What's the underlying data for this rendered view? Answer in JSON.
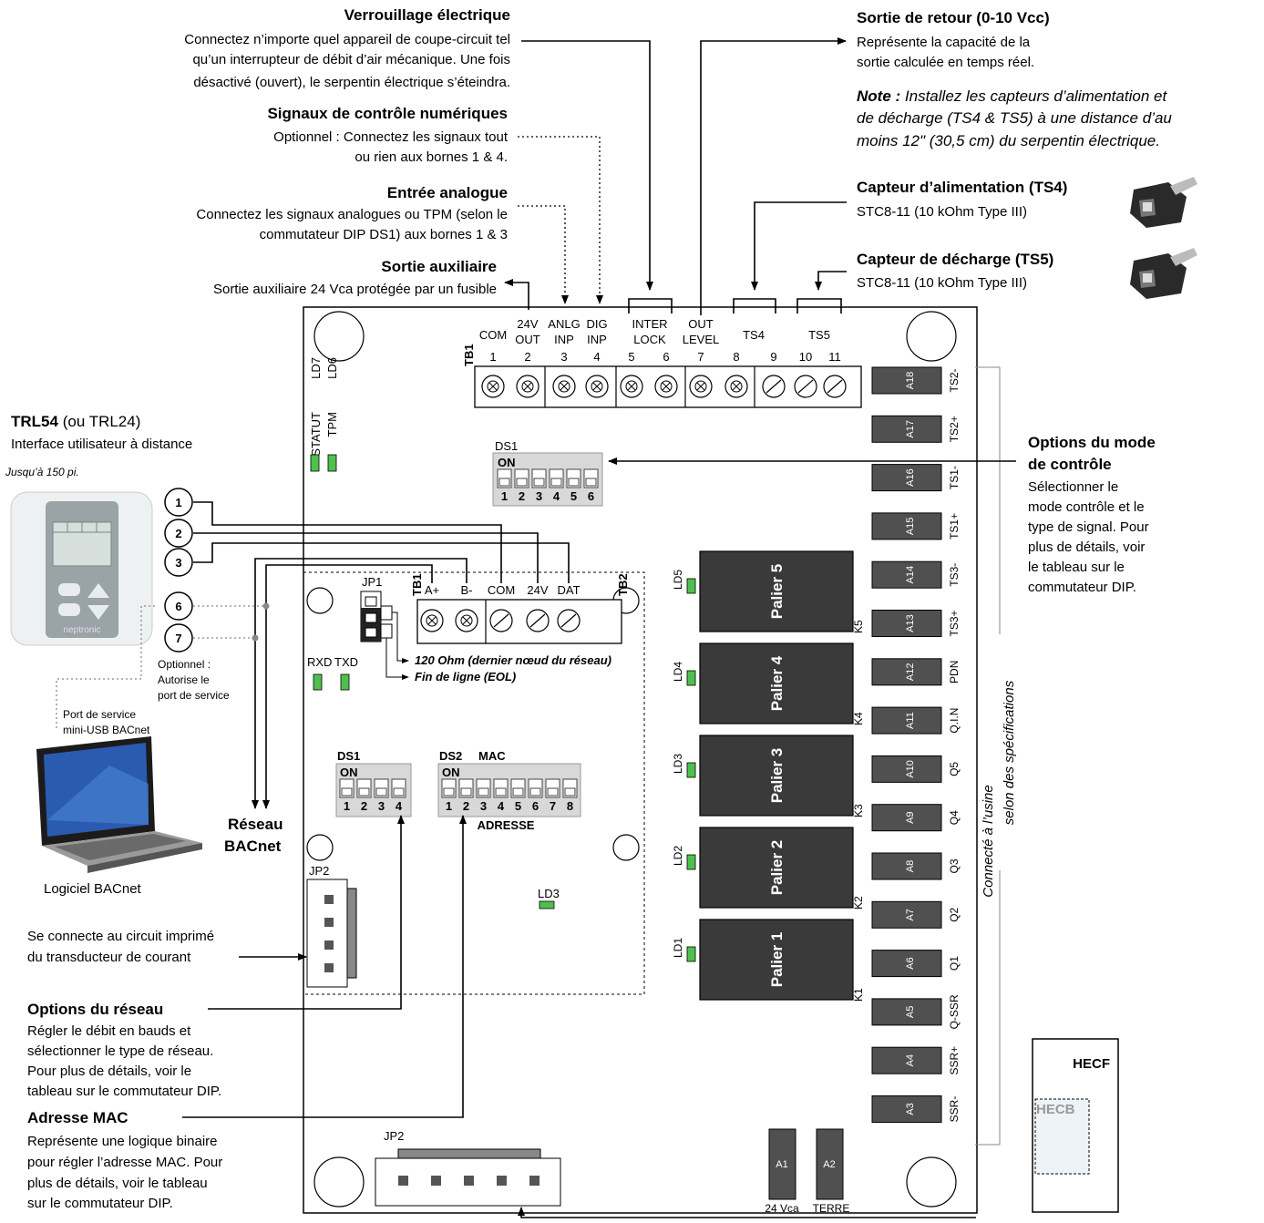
{
  "labels": {
    "interlock_title": "Verrouillage électrique",
    "interlock_desc1": "Connectez n’importe quel appareil de coupe-circuit tel",
    "interlock_desc2": "qu’un interrupteur de débit d’air mécanique. Une fois",
    "interlock_desc3": "désactivé (ouvert), le serpentin électrique s’éteindra.",
    "digital_title": "Signaux de contrôle numériques",
    "digital_desc1": "Optionnel : Connectez les signaux tout",
    "digital_desc2": "ou rien aux bornes 1 & 4.",
    "analog_title": "Entrée analogue",
    "analog_desc1": "Connectez les signaux analogues ou TPM (selon le",
    "analog_desc2": "commutateur DIP DS1) aux bornes 1 & 3",
    "aux_title": "Sortie auxiliaire",
    "aux_desc": "Sortie auxiliaire 24 Vca protégée par un fusible",
    "return_title": "Sortie de retour (0-10 Vcc)",
    "return_desc1": "Représente la capacité de la",
    "return_desc2": "sortie calculée en temps réel.",
    "note_bold": "Note :",
    "note1": "Installez les capteurs d’alimentation et",
    "note2": "de décharge (TS4 & TS5) à une distance d’au",
    "note3": "moins 12\" (30,5 cm) du serpentin électrique.",
    "ts4_title": "Capteur d’alimentation (TS4)",
    "ts4_desc": "STC8-11 (10 kOhm Type III)",
    "ts5_title": "Capteur de décharge (TS5)",
    "ts5_desc": "STC8-11 (10 kOhm Type III)",
    "trl_title": "TRL54",
    "trl_alt": "(ou TRL24)",
    "trl_desc": "Interface utilisateur à distance",
    "trl_dist": "Jusqu’à 150 pi.",
    "opt1": "Optionnel :",
    "opt2": "Autorise le",
    "opt3": "port de service",
    "port1": "Port de service",
    "port2": "mini-USB BACnet",
    "bacnet_net1": "Réseau",
    "bacnet_net2": "BACnet",
    "bacnet_soft": "Logiciel BACnet",
    "ct1": "Se connecte au circuit imprimé",
    "ct2": "du transducteur de courant",
    "net_title": "Options du réseau",
    "net1": "Régler le débit en bauds et",
    "net2": "sélectionner le type de réseau.",
    "net3": "Pour plus de détails, voir le",
    "net4": "tableau sur le commutateur DIP.",
    "mac_title": "Adresse MAC",
    "mac1": "Représente une logique binaire",
    "mac2": "pour régler l’adresse MAC. Pour",
    "mac3": "plus de détails, voir le tableau",
    "mac4": "sur le commutateur DIP.",
    "mode_title1": "Options du mode",
    "mode_title2": "de contrôle",
    "mode1": "Sélectionner le",
    "mode2": "mode contrôle et le",
    "mode3": "type de signal. Pour",
    "mode4": "plus de détails, voir",
    "mode5": "le tableau sur le",
    "mode6": "commutateur DIP.",
    "factory1": "Connecté à l’usine",
    "factory2": "selon des spécifications",
    "hecf": "HECF",
    "hecb": "HECB",
    "eol1": "120 Ohm (dernier nœud du réseau)",
    "eol2": "Fin de ligne (EOL)",
    "a1": "24 Vca",
    "a2": "TERRE",
    "brand": "neptronic"
  },
  "tb1": {
    "label": "TB1",
    "headers": {
      "com": "COM",
      "out24a": "24V",
      "out24b": "OUT",
      "anlga": "ANLG",
      "anlgb": "INP",
      "diga": "DIG",
      "digb": "INP",
      "intera": "INTER",
      "interb": "LOCK",
      "outa": "OUT",
      "outb": "LEVEL",
      "ts4": "TS4",
      "ts5": "TS5"
    },
    "nums": [
      "1",
      "2",
      "3",
      "4",
      "5",
      "6",
      "7",
      "8",
      "9",
      "10",
      "11"
    ]
  },
  "tb2": {
    "label": "TB2",
    "headers": [
      "A+",
      "B-",
      "COM",
      "24V",
      "DAT"
    ]
  },
  "wire_nums": [
    "1",
    "2",
    "3",
    "6",
    "7"
  ],
  "leds": {
    "ld7": "LD7",
    "statut": "STATUT",
    "ld6": "LD6",
    "tpm": "TPM",
    "rxd": "RXD",
    "txd": "TXD",
    "ld3": "LD3",
    "jp1": "JP1",
    "jp2a": "JP2",
    "jp2b": "JP2"
  },
  "dip": {
    "ds1_top": "DS1",
    "on": "ON",
    "ds1_top_nums": [
      "1",
      "2",
      "3",
      "4",
      "5",
      "6"
    ],
    "ds1": "DS1",
    "ds1_nums": [
      "1",
      "2",
      "3",
      "4"
    ],
    "ds2": "DS2",
    "mac": "MAC",
    "ds2_nums": [
      "1",
      "2",
      "3",
      "4",
      "5",
      "6",
      "7",
      "8"
    ],
    "adresse": "ADRESSE"
  },
  "relays": [
    {
      "name": "Palier 5",
      "led": "LD5",
      "k": "K5"
    },
    {
      "name": "Palier 4",
      "led": "LD4",
      "k": "K4"
    },
    {
      "name": "Palier 3",
      "led": "LD3",
      "k": "K3"
    },
    {
      "name": "Palier 2",
      "led": "LD2",
      "k": "K2"
    },
    {
      "name": "Palier 1",
      "led": "LD1",
      "k": "K1"
    }
  ],
  "terminals": [
    {
      "id": "A18",
      "label": "TS2-"
    },
    {
      "id": "A17",
      "label": "TS2+"
    },
    {
      "id": "A16",
      "label": "TS1-"
    },
    {
      "id": "A15",
      "label": "TS1+"
    },
    {
      "id": "A14",
      "label": "TS3-"
    },
    {
      "id": "A13",
      "label": "TS3+"
    },
    {
      "id": "A12",
      "label": "PDN"
    },
    {
      "id": "A11",
      "label": "Q.I.N"
    },
    {
      "id": "A10",
      "label": "Q5"
    },
    {
      "id": "A9",
      "label": "Q4"
    },
    {
      "id": "A8",
      "label": "Q3"
    },
    {
      "id": "A7",
      "label": "Q2"
    },
    {
      "id": "A6",
      "label": "Q1"
    },
    {
      "id": "A5",
      "label": "Q-SSR"
    },
    {
      "id": "A4",
      "label": "SSR+"
    },
    {
      "id": "A3",
      "label": "SSR-"
    }
  ],
  "bottom_terminals": [
    {
      "id": "A1"
    },
    {
      "id": "A2"
    }
  ]
}
